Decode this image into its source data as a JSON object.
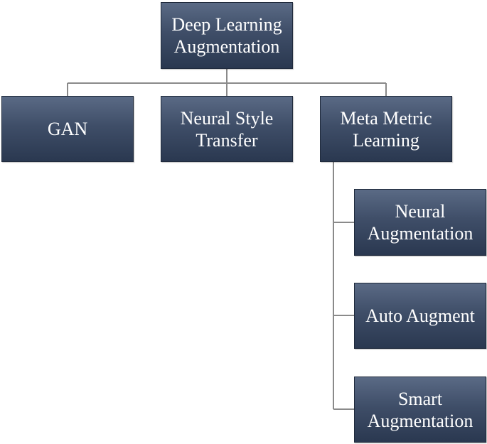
{
  "diagram": {
    "root": {
      "label": "Deep Learning\nAugmentation"
    },
    "children": [
      {
        "label": "GAN"
      },
      {
        "label": "Neural Style\nTransfer"
      },
      {
        "label": "Meta Metric\nLearning"
      }
    ],
    "meta_children": [
      {
        "label": "Neural\nAugmentation"
      },
      {
        "label": "Auto Augment"
      },
      {
        "label": "Smart\nAugmentation"
      }
    ]
  }
}
